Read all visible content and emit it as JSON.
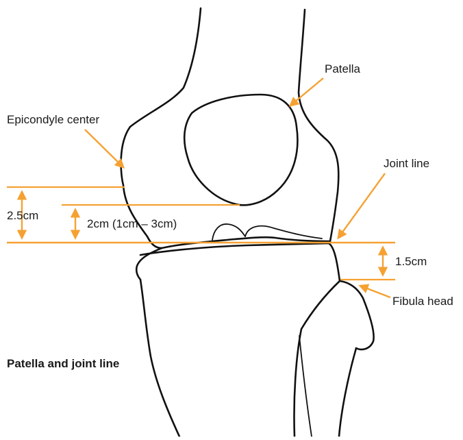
{
  "colors": {
    "accent": "#f5a132",
    "outline": "#111111",
    "text": "#1a1a1a",
    "background": "#ffffff"
  },
  "labels": {
    "patella": "Patella",
    "epicondyle_center": "Epicondyle center",
    "joint_line": "Joint line",
    "fibula_head": "Fibula head",
    "dist_epicondyle": "2.5cm",
    "dist_patella": "2cm (1cm – 3cm)",
    "dist_fibula": "1.5cm"
  },
  "caption": "Patella and joint line"
}
